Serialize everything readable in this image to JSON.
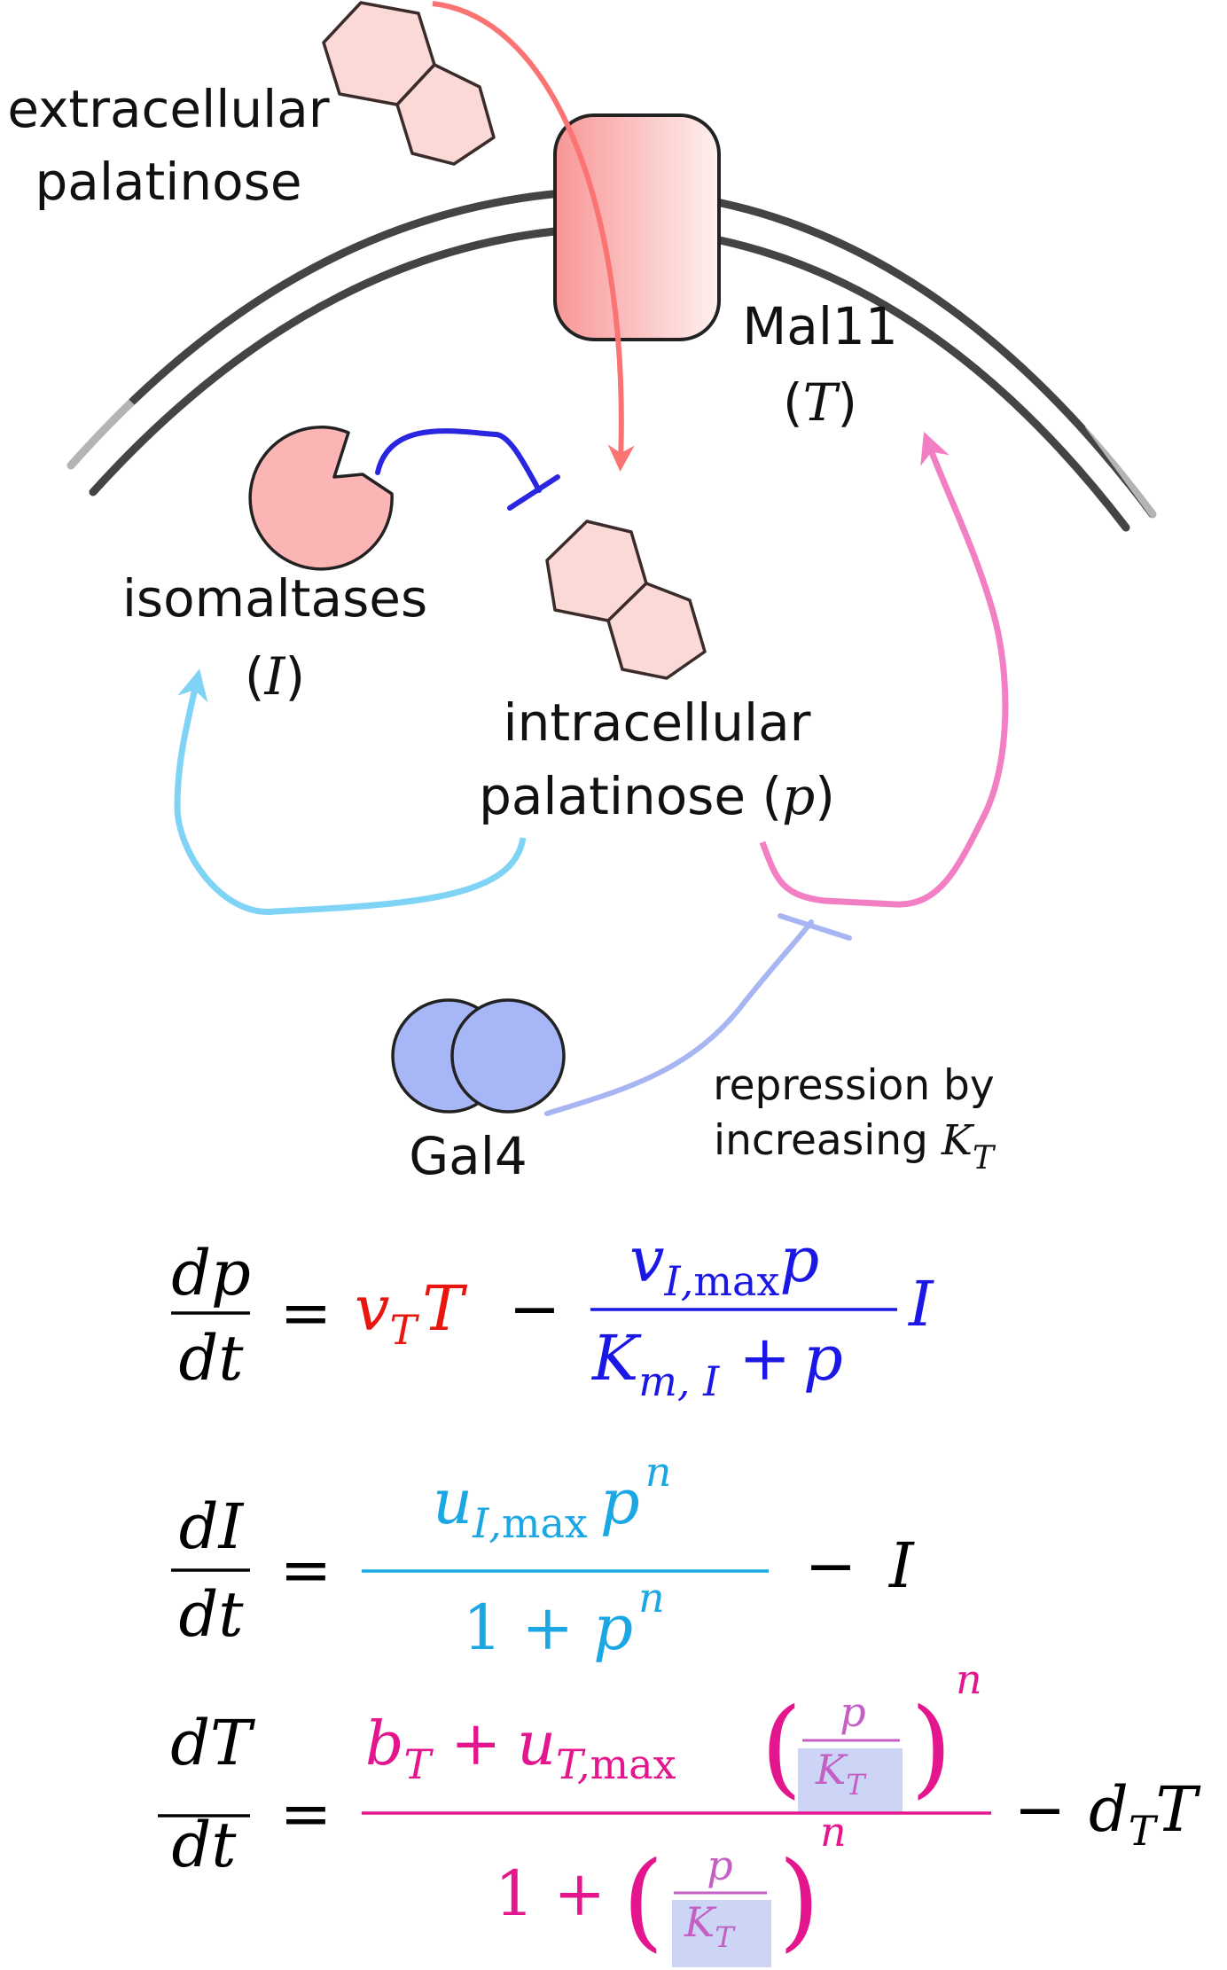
{
  "labels": {
    "extracellular_line1": "extracellular",
    "extracellular_line2": "palatinose",
    "transporter_name": "Mal11",
    "transporter_symbol": "T",
    "isomaltase_name": "isomaltases",
    "isomaltase_symbol": "I",
    "intracellular_line1": "intracellular",
    "intracellular_line2": "palatinose (",
    "intracellular_symbol": "p",
    "intracellular_close": ")",
    "repressor_name": "Gal4",
    "repression_line1": "repression by",
    "repression_line2": "increasing ",
    "repression_symbol": "K",
    "repression_subscript": "T"
  },
  "equations": {
    "eq1": {
      "lhs_num": "dp",
      "lhs_den": "dt",
      "eq": "=",
      "v": "v",
      "v_sub": "T",
      "T": "T",
      "minus": "−",
      "num_v": "v",
      "num_sub": "I,",
      "num_max": "max",
      "num_p": "p",
      "den_K": "K",
      "den_sub": "m, I",
      "den_plus": "+",
      "den_p": "p",
      "tail": "I"
    },
    "eq2": {
      "lhs_num": "dI",
      "lhs_den": "dt",
      "eq": "=",
      "num_u": "u",
      "num_sub": "I,",
      "num_max": "max",
      "num_p": "p",
      "num_n": "n",
      "den_one": "1",
      "den_plus": "+",
      "den_p": "p",
      "den_n": "n",
      "minus": "−",
      "tail": "I"
    },
    "eq3": {
      "lhs_num": "dT",
      "lhs_den": "dt",
      "eq": "=",
      "num_b": "b",
      "num_b_sub": "T",
      "num_plus": "+",
      "num_u": "u",
      "num_u_sub": "T,",
      "num_max": "max",
      "frac_p": "p",
      "frac_K": "K",
      "frac_K_sub": "T",
      "exp_n": "n",
      "lparen": "(",
      "rparen": ")",
      "den_one": "1",
      "den_plus": "+",
      "minus": "−",
      "tail_d": "d",
      "tail_d_sub": "T",
      "tail_T": "T"
    }
  },
  "colors": {
    "red": "#e8160f",
    "blue": "#1b17e5",
    "cyan": "#1aa7e3",
    "magenta": "#e4168e",
    "orchid": "#c460c4",
    "highlight": "#cdd5f6",
    "membrane": "#444444",
    "hexagon_fill": "#fad9d7",
    "enzyme_fill": "#fbb5b5",
    "gal4_fill": "#a6b6f6",
    "transport_arrow": "#fb7474",
    "activation_cyan": "#7fd3f5",
    "activation_pink": "#f27fc3",
    "inhibit_blue": "#2a26e0",
    "repression_line": "#a7b6f3"
  },
  "icons": [
    "hexagon-molecule-icon",
    "transporter-icon",
    "enzyme-pacman-icon",
    "gal4-dimer-icon"
  ]
}
